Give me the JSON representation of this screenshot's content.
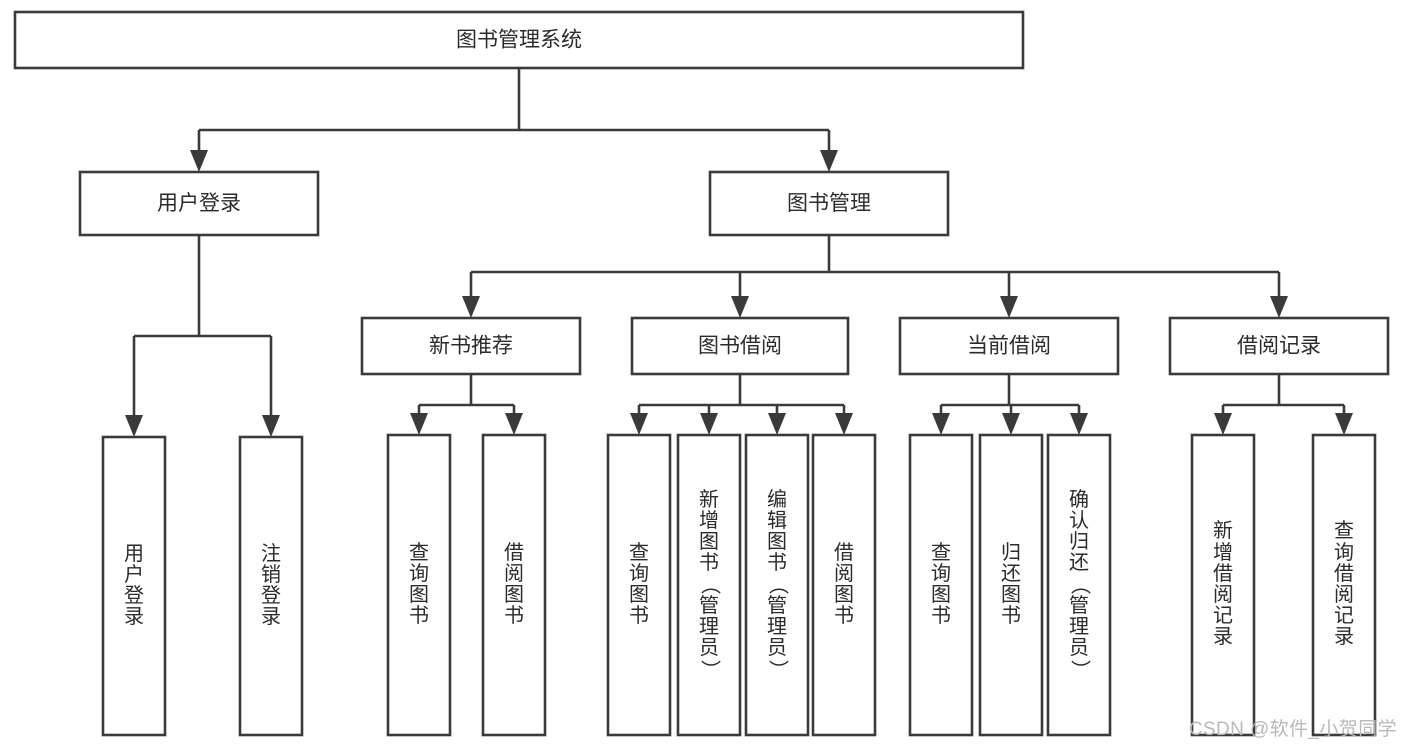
{
  "diagram": {
    "title": "图书管理系统",
    "type": "tree-hierarchy",
    "orientation": "top-down",
    "colors": {
      "box_stroke": "#3a3a3a",
      "box_fill": "#ffffff",
      "connector": "#3a3a3a",
      "text": "#2b2b2b",
      "background": "#ffffff",
      "watermark": "#b9b9b9"
    },
    "root": {
      "label": "图书管理系统"
    },
    "level1": [
      {
        "label": "用户登录"
      },
      {
        "label": "图书管理"
      }
    ],
    "level2": [
      {
        "label": "新书推荐",
        "parent": "图书管理"
      },
      {
        "label": "图书借阅",
        "parent": "图书管理"
      },
      {
        "label": "当前借阅",
        "parent": "图书管理"
      },
      {
        "label": "借阅记录",
        "parent": "图书管理"
      }
    ],
    "leaves": {
      "用户登录": [
        {
          "label": "用户登录"
        },
        {
          "label": "注销登录"
        }
      ],
      "新书推荐": [
        {
          "label": "查询图书"
        },
        {
          "label": "借阅图书"
        }
      ],
      "图书借阅": [
        {
          "label": "查询图书"
        },
        {
          "label": "新增图书（管理员）"
        },
        {
          "label": "编辑图书（管理员）"
        },
        {
          "label": "借阅图书"
        }
      ],
      "当前借阅": [
        {
          "label": "查询图书"
        },
        {
          "label": "归还图书"
        },
        {
          "label": "确认归还（管理员）"
        }
      ],
      "借阅记录": [
        {
          "label": "新增借阅记录"
        },
        {
          "label": "查询借阅记录"
        }
      ]
    }
  },
  "watermark": {
    "text": "CSDN @软件_小贺同学"
  }
}
